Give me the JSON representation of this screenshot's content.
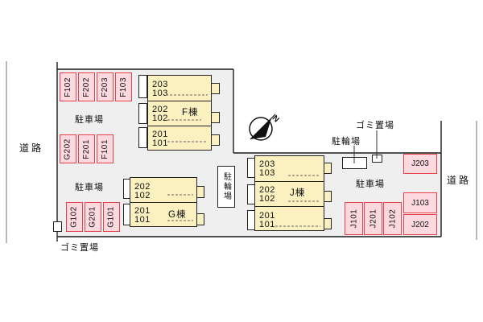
{
  "roads": {
    "left": "道路",
    "right": "道路"
  },
  "parking_lots": {
    "label_top_left": "駐車場",
    "label_mid_left": "駐車場",
    "label_right": "駐車場"
  },
  "parking_spots": {
    "row_top_left": [
      "F102",
      "F202",
      "F203",
      "F103"
    ],
    "row_mid_left": [
      "G202",
      "F201",
      "F101"
    ],
    "row_bottom_left": [
      "G102",
      "G201",
      "G101"
    ],
    "col_right": [
      "J101",
      "J201",
      "J102"
    ],
    "stack_right": [
      "J203",
      "J103",
      "J202"
    ]
  },
  "buildings": {
    "f": {
      "name": "F棟",
      "rooms": [
        [
          "203",
          "103"
        ],
        [
          "202",
          "102"
        ],
        [
          "201",
          "101"
        ]
      ]
    },
    "g": {
      "name": "G棟",
      "rooms": [
        [
          "202",
          "102"
        ],
        [
          "201",
          "101"
        ]
      ]
    },
    "j": {
      "name": "J棟",
      "rooms": [
        [
          "203",
          "103"
        ],
        [
          "202",
          "102"
        ],
        [
          "201",
          "101"
        ]
      ]
    }
  },
  "facilities": {
    "bicycle_parking_center": "駐輪場",
    "bicycle_parking_right": "駐輪場",
    "garbage_area_right": "ゴミ置場",
    "garbage_area_bottom_left": "ゴミ置場"
  },
  "compass": {
    "north": "N"
  },
  "colors": {
    "site_fill": "#efefef",
    "building_fill": "#faf0c0",
    "parking_fill": "#fcd9de",
    "parking_border": "#e8414c",
    "boundary_line": "#1a1a1a",
    "road_line": "#8a8a8a"
  }
}
